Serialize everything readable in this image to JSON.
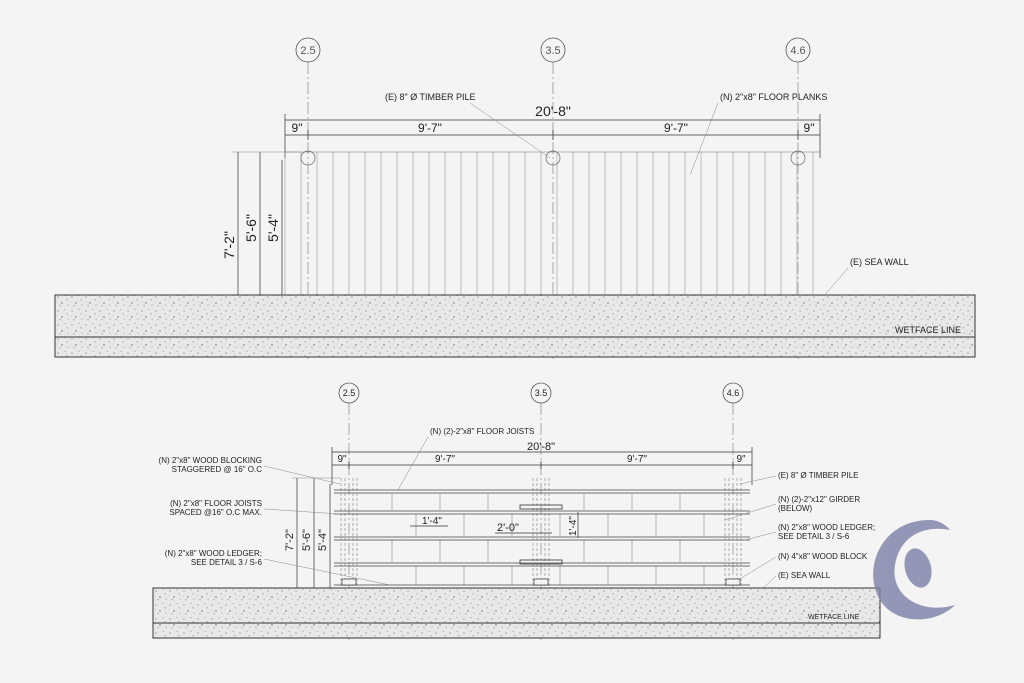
{
  "colors": {
    "line": "#333333",
    "concrete": "#e6e6e6",
    "logo": "#7d7fa8",
    "background": "#f4f4f4"
  },
  "grid_labels": [
    "2.5",
    "3.5",
    "4.6"
  ],
  "top_view": {
    "overall_dim": "20'-8\"",
    "segment_dims": [
      "9\"",
      "9'-7\"",
      "9'-7\"",
      "9\""
    ],
    "vertical_dims": [
      "7'-2\"",
      "5'-6\"",
      "5'-4\""
    ],
    "callout_pile": "(E) 8\" Ø TIMBER PILE",
    "callout_planks": "(N) 2\"x8\" FLOOR PLANKS",
    "callout_seawall": "(E) SEA WALL",
    "wetface": "WETFACE LINE"
  },
  "bottom_view": {
    "overall_dim": "20'-8\"",
    "segment_dims": [
      "9\"",
      "9'-7\"",
      "9'-7\"",
      "9\""
    ],
    "vertical_dims": [
      "7'-2\"",
      "5'-6\"",
      "5'-4\""
    ],
    "inner_dims": [
      "1'-4\"",
      "2'-0\"",
      "1'-4\""
    ],
    "callout_joists_top": "(N) (2)-2\"x8\" FLOOR JOISTS",
    "left_notes": [
      [
        "(N) 2\"x8\" WOOD BLOCKING",
        "STAGGERED @ 16\" O.C"
      ],
      [
        "(N) 2\"x8\" FLOOR JOISTS",
        "SPACED @16\" O.C MAX."
      ],
      [
        "(N) 2\"x8\" WOOD LEDGER;",
        "SEE DETAIL 3 / S-6"
      ]
    ],
    "right_notes": [
      [
        "(E) 8\" Ø TIMBER PILE"
      ],
      [
        "(N) (2)-2\"x12\" GIRDER",
        "(BELOW)"
      ],
      [
        "(N) 2\"x8\" WOOD LEDGER;",
        "SEE DETAIL 3 / S-6"
      ],
      [
        "(N) 4\"x8\" WOOD BLOCK"
      ],
      [
        "(E) SEA WALL"
      ]
    ],
    "wetface": "WETFACE LINE"
  }
}
